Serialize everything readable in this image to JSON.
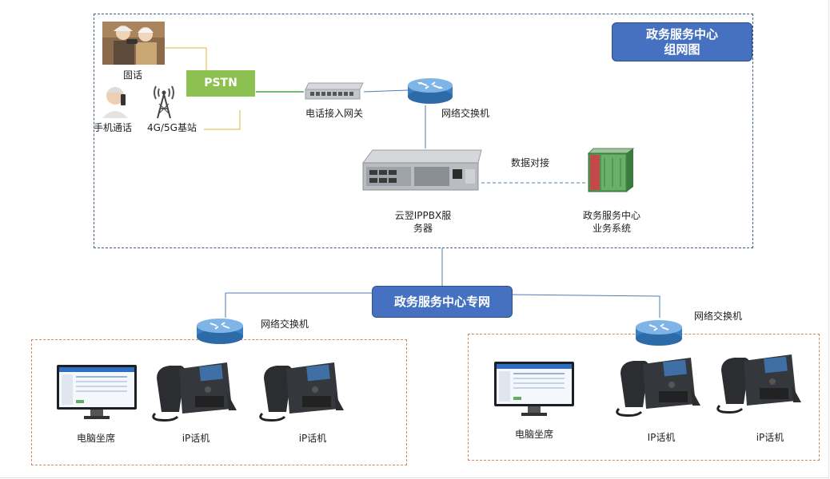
{
  "diagram": {
    "title": {
      "line1": "政务服务中心",
      "line2": "组网图"
    },
    "network_label": "政务服务中心专网",
    "pstn_label": "PSTN",
    "sources": {
      "landline": "固话",
      "mobile": "手机通话",
      "base_station": "4G/5G基站"
    },
    "core": {
      "gateway": "电话接入网关",
      "switch": "网络交换机",
      "server_line1": "云翌IPPBX服",
      "server_line2": "务器",
      "link_label": "数据对接",
      "biz_line1": "政务服务中心",
      "biz_line2": "业务系统"
    },
    "left_site": {
      "switch": "网络交换机",
      "pc": "电脑坐席",
      "phone1": "iP话机",
      "phone2": "iP话机"
    },
    "right_site": {
      "switch": "网络交换机",
      "pc": "电脑坐席",
      "phone1": "IP话机",
      "phone2": "iP话机"
    }
  },
  "colors": {
    "title_bg": "#4671c1",
    "pstn_bg": "#8cc152",
    "dash_blue": "#3d5f8a",
    "dash_orange": "#d9875a",
    "line_blue": "#4d7fb3",
    "line_green": "#4aa34a",
    "line_yellow": "#e0b640"
  },
  "icons": [
    "people-photo-icon",
    "elderly-man-phone-icon",
    "cell-tower-icon",
    "router-switch-icon",
    "gateway-device-icon",
    "rack-server-icon",
    "server-cabinet-icon",
    "pc-monitor-icon",
    "ip-phone-icon"
  ]
}
